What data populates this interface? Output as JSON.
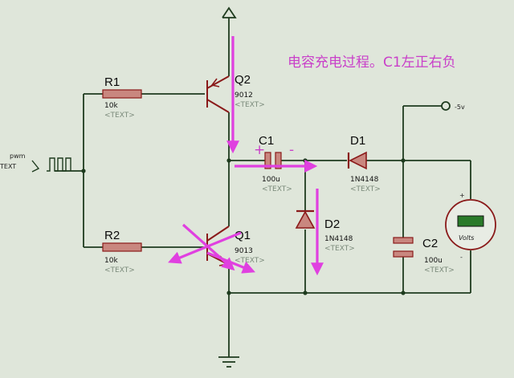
{
  "annotation": "电容充电过程。C1左正右负",
  "colors": {
    "background": "#dfe6da",
    "wire": "#1e3b1e",
    "resistor_fill": "#c9877f",
    "component_outline": "#8a1a1a",
    "cap_fill": "#c9877f",
    "current_arrow": "#e040e0",
    "annotation": "#c940c9",
    "meter_face": "#2a7a2a"
  },
  "input": {
    "label": "pwm",
    "text": "TEXT"
  },
  "supply": {
    "label": "-5v"
  },
  "meter": {
    "unit": "Volts",
    "plus": "+",
    "minus": "-"
  },
  "components": {
    "R1": {
      "ref": "R1",
      "value": "10k",
      "text": "<TEXT>"
    },
    "R2": {
      "ref": "R2",
      "value": "10k",
      "text": "<TEXT>"
    },
    "Q1": {
      "ref": "Q1",
      "value": "9013",
      "text": "<TEXT>"
    },
    "Q2": {
      "ref": "Q2",
      "value": "9012",
      "text": "<TEXT>"
    },
    "C1": {
      "ref": "C1",
      "value": "100u",
      "text": "<TEXT>",
      "plus": "+",
      "minus": "-"
    },
    "C2": {
      "ref": "C2",
      "value": "100u",
      "text": "<TEXT>"
    },
    "D1": {
      "ref": "D1",
      "value": "1N4148",
      "text": "<TEXT>"
    },
    "D2": {
      "ref": "D2",
      "value": "1N4148",
      "text": "<TEXT>"
    }
  }
}
